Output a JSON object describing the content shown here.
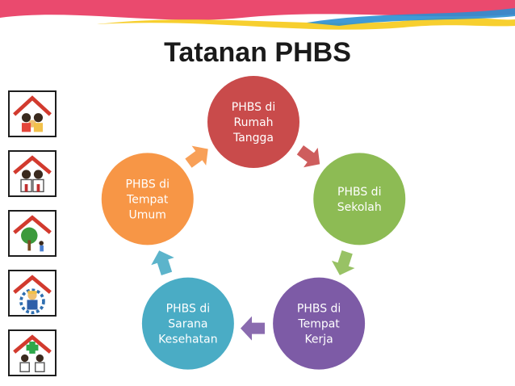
{
  "title": "Tatanan PHBS",
  "colors": {
    "banner_red": "#ea4a6e",
    "banner_yellow": "#f7cf2f",
    "banner_blue": "#2b8fd1"
  },
  "cycle": {
    "nodes": [
      {
        "lines": [
          "PHBS di",
          "Rumah",
          "Tangga"
        ],
        "color": "#c94b4b"
      },
      {
        "lines": [
          "PHBS di",
          "Sekolah"
        ],
        "color": "#8dbb54"
      },
      {
        "lines": [
          "PHBS di",
          "Tempat",
          "Kerja"
        ],
        "color": "#7d5ba6"
      },
      {
        "lines": [
          "PHBS di",
          "Sarana",
          "Kesehatan"
        ],
        "color": "#4aacc5"
      },
      {
        "lines": [
          "PHBS di",
          "Tempat",
          "Umum"
        ],
        "color": "#f79646"
      }
    ]
  },
  "sidebar_icons": [
    {
      "name": "household-icon"
    },
    {
      "name": "school-icon"
    },
    {
      "name": "public-place-icon"
    },
    {
      "name": "workplace-icon"
    },
    {
      "name": "health-facility-icon"
    }
  ]
}
